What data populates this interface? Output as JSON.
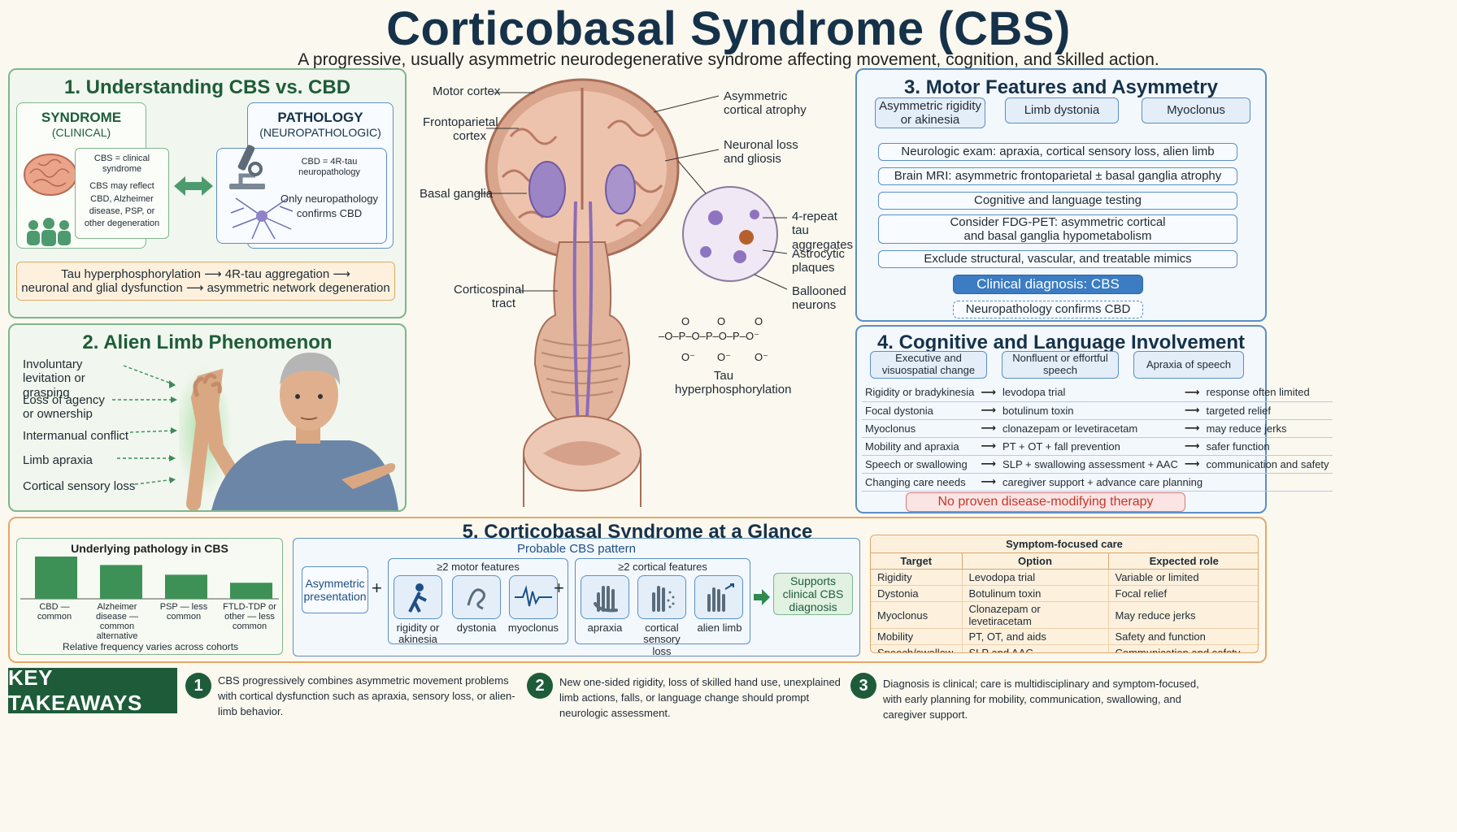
{
  "title": "Corticobasal Syndrome (CBS)",
  "subtitle": "A progressive, usually asymmetric neurodegenerative syndrome affecting movement, cognition, and skilled action.",
  "colors": {
    "green": "#1e5c39",
    "blue": "#16324a",
    "accent_blue": "#3b7cc2",
    "red": "#c0392b",
    "orange": "#e3a868"
  },
  "panel1": {
    "title": "1.  Understanding CBS vs. CBD",
    "syndrome_title": "SYNDROME",
    "syndrome_sub": "(CLINICAL)",
    "syndrome_text1": "CBS = clinical syndrome",
    "syndrome_text2": "CBS may reflect CBD, Alzheimer disease, PSP, or other degeneration",
    "pathology_title": "PATHOLOGY",
    "pathology_sub": "(NEUROPATHOLOGIC)",
    "pathology_text1": "CBD = 4R-tau neuropathology",
    "pathology_text2": "Only neuropathology confirms CBD",
    "cascade_line1": "Tau hyperphosphorylation ⟶ 4R-tau aggregation ⟶",
    "cascade_line2": "neuronal and glial dysfunction ⟶ asymmetric network degeneration"
  },
  "panel2": {
    "title": "2.  Alien Limb Phenomenon",
    "items": [
      "Involuntary levitation or grasping",
      "Loss of agency or ownership",
      "Intermanual conflict",
      "Limb apraxia",
      "Cortical sensory loss"
    ]
  },
  "center": {
    "labels_left": [
      "Motor cortex",
      "Frontoparietal cortex",
      "Basal ganglia",
      "Corticospinal tract"
    ],
    "labels_right": [
      "Asymmetric cortical atrophy",
      "Neuronal loss and gliosis"
    ],
    "inset_labels": [
      "4-repeat tau aggregates",
      "Astrocytic plaques",
      "Ballooned neurons"
    ],
    "phospho_caption": "Tau hyperphosphorylation"
  },
  "panel3": {
    "title": "3.  Motor Features and Asymmetry",
    "features": [
      "Asymmetric rigidity or akinesia",
      "Limb dystonia",
      "Myoclonus"
    ],
    "steps": [
      "Neurologic exam: apraxia, cortical sensory loss, alien limb",
      "Brain MRI: asymmetric frontoparietal ± basal ganglia atrophy",
      "Cognitive and language testing",
      "Consider FDG-PET: asymmetric cortical and basal ganglia hypometabolism",
      "Exclude structural, vascular, and treatable mimics"
    ],
    "diagnosis": "Clinical diagnosis: CBS",
    "confirm": "Neuropathology confirms CBD"
  },
  "panel4": {
    "title": "4.  Cognitive and Language Involvement",
    "features": [
      "Executive and visuospatial change",
      "Nonfluent or effortful speech",
      "Apraxia of speech"
    ],
    "rows": [
      [
        "Rigidity or bradykinesia",
        "levodopa trial",
        "response often limited"
      ],
      [
        "Focal dystonia",
        "botulinum toxin",
        "targeted relief"
      ],
      [
        "Myoclonus",
        "clonazepam or levetiracetam",
        "may reduce jerks"
      ],
      [
        "Mobility and apraxia",
        "PT + OT + fall prevention",
        "safer function"
      ],
      [
        "Speech or swallowing",
        "SLP + swallowing assessment + AAC",
        "communication and safety"
      ],
      [
        "Changing care needs",
        "caregiver support + advance care planning",
        ""
      ]
    ],
    "warning": "No proven disease-modifying therapy"
  },
  "panel5": {
    "title": "5.  Corticobasal Syndrome at a Glance",
    "probable_title": "Probable CBS pattern",
    "asym": "Asymmetric presentation",
    "motor_title": "≥2 motor features",
    "motor_items": [
      "rigidity or akinesia",
      "dystonia",
      "myoclonus"
    ],
    "cortical_title": "≥2 cortical features",
    "cortical_items": [
      "apraxia",
      "cortical sensory loss",
      "alien limb"
    ],
    "supports": "Supports clinical CBS diagnosis",
    "care_title": "Symptom-focused care",
    "care_headers": [
      "Target",
      "Option",
      "Expected role"
    ],
    "care_rows": [
      [
        "Rigidity",
        "Levodopa trial",
        "Variable or limited"
      ],
      [
        "Dystonia",
        "Botulinum toxin",
        "Focal relief"
      ],
      [
        "Myoclonus",
        "Clonazepam or levetiracetam",
        "May reduce jerks"
      ],
      [
        "Mobility",
        "PT, OT, and aids",
        "Safety and function"
      ],
      [
        "Speech/swallow",
        "SLP and AAC",
        "Communication and safety"
      ]
    ]
  },
  "chart_data": {
    "type": "bar",
    "title": "Underlying pathology in CBS",
    "categories": [
      "CBD — common",
      "Alzheimer disease — common alternative",
      "PSP — less common",
      "FTLD-TDP or other — less common"
    ],
    "values": [
      100,
      80,
      57,
      38
    ],
    "caption": "Relative frequency varies across cohorts",
    "ylim": [
      0,
      100
    ],
    "bar_color": "#3d9156"
  },
  "takeaways": {
    "label": "KEY TAKEAWAYS",
    "items": [
      {
        "num": "1",
        "text": "CBS progressively combines asymmetric movement problems with cortical dysfunction such as apraxia, sensory loss, or alien-limb behavior."
      },
      {
        "num": "2",
        "text": "New one-sided rigidity, loss of skilled hand use, unexplained limb actions, falls, or language change should prompt neurologic assessment."
      },
      {
        "num": "3",
        "text": "Diagnosis is clinical; care is multidisciplinary and symptom-focused, with early planning for mobility, communication, swallowing, and caregiver support."
      }
    ]
  }
}
